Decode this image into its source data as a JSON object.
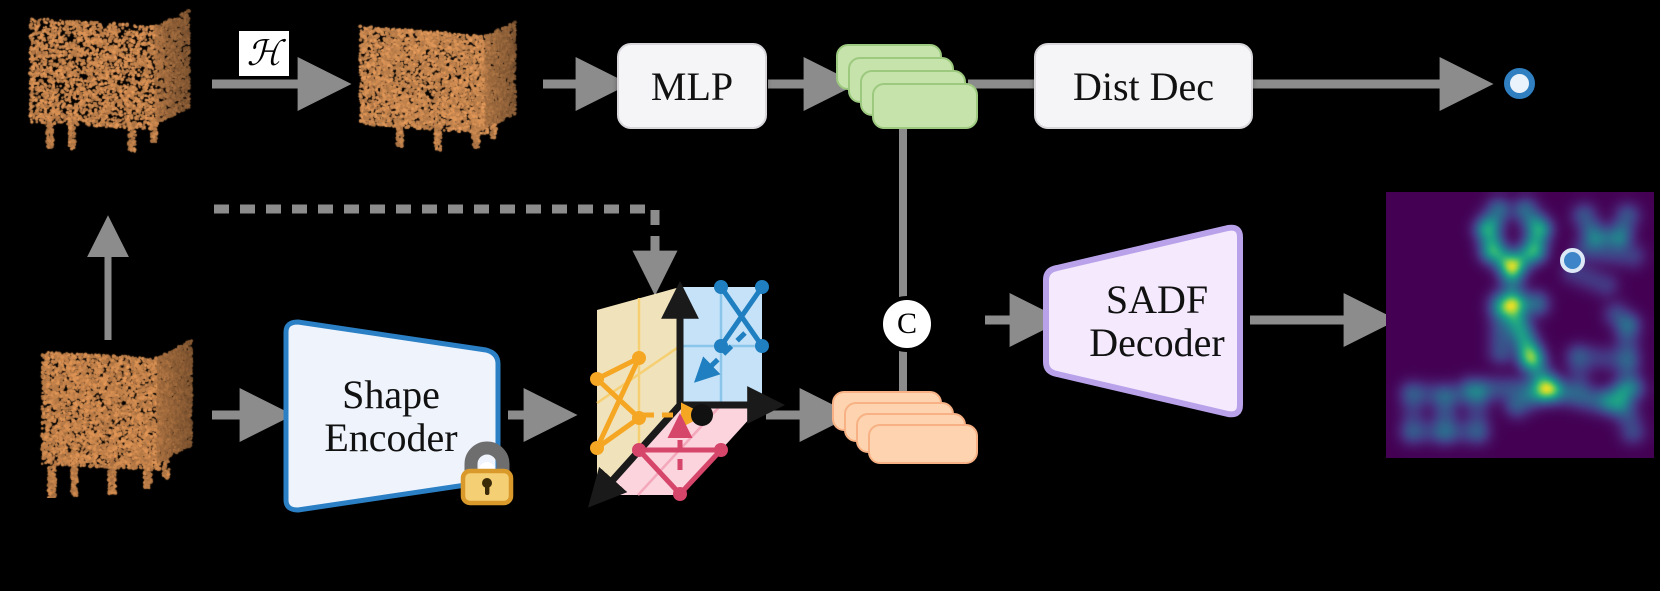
{
  "figure": {
    "title": "SADF architecture pipeline",
    "background_color": "#000000",
    "arrow_color": "#8c8c8c",
    "dashed_skip_color": "#8c8c8c"
  },
  "top_row": {
    "input_point_cloud": {
      "name": "partial-point-cloud",
      "color": "#c58249"
    },
    "transform_tag": {
      "label": "ℋ",
      "name": "h-transform-operator",
      "bg": "#ffffff",
      "fg": "#000000"
    },
    "transformed_point_cloud": {
      "name": "transformed-point-cloud",
      "color": "#c58249"
    },
    "mlp_box": {
      "label": "MLP",
      "fill": "#f5f4f6",
      "border": "#d8d6da",
      "text": "#111111"
    },
    "green_features": {
      "name": "point-feature-stack",
      "count": 4,
      "fill": "#c5e3ab",
      "border": "#9cc97e"
    },
    "dist_dec_box": {
      "label": "Dist Dec",
      "fill": "#f5f4f6",
      "border": "#d8d6da",
      "text": "#111111"
    },
    "query_point": {
      "name": "query-point-marker",
      "ring": "#2f7fc1",
      "fill": "#eaf2fb"
    }
  },
  "bottom_row": {
    "full_point_cloud": {
      "name": "complete-point-cloud",
      "color": "#c58249"
    },
    "shape_encoder": {
      "label_line1": "Shape",
      "label_line2": "Encoder",
      "fill": "#eef3fc",
      "border": "#2b7fc4",
      "text": "#111111",
      "frozen": true
    },
    "lock_badge": {
      "name": "lock-icon",
      "body": "#f5cf74",
      "body_border": "#d99a2b",
      "shackle": "#6e6e6e",
      "tooltip": "frozen weights"
    },
    "triplane": {
      "name": "triplane-feature-volume",
      "axis_color": "#1a1a1a",
      "planes": [
        {
          "name": "yz-plane",
          "fill": "#fdeec4",
          "stroke": "#f3b21f",
          "point_color": "#f5a623"
        },
        {
          "name": "xz-plane",
          "fill": "#c5e2f8",
          "stroke": "#4da3dd",
          "point_color": "#1f7fc0"
        },
        {
          "name": "xy-plane",
          "fill": "#fbd4dd",
          "stroke": "#e0607c",
          "point_color": "#d6456a"
        }
      ],
      "sample_point": {
        "name": "interpolated-sample-point",
        "color": "#111111"
      }
    },
    "orange_features": {
      "name": "triplane-feature-stack",
      "count": 4,
      "fill": "#fdd3b0",
      "border": "#f7b184"
    },
    "concat_node": {
      "label": "C",
      "name": "concatenation-node",
      "fill": "#ffffff",
      "border": "#000000"
    },
    "sadf_decoder": {
      "label_line1": "SADF",
      "label_line2": "Decoder",
      "fill": "#f4e9fd",
      "border": "#b9a2ea",
      "text": "#111111"
    },
    "output_heatmap": {
      "name": "sadf-field-heatmap",
      "colormap": "viridis",
      "marker": {
        "name": "query-point-marker",
        "ring": "#dce8f5",
        "fill": "#3d85c8"
      }
    }
  },
  "chart_data": {
    "type": "heatmap",
    "title": "SADF field slice",
    "colormap": "viridis",
    "vmin": 0,
    "vmax": 1,
    "xlabel": "",
    "ylabel": "",
    "grid": false,
    "legend": "none",
    "marker_point": {
      "x": 0.69,
      "y": 0.26,
      "label": "query point"
    }
  }
}
